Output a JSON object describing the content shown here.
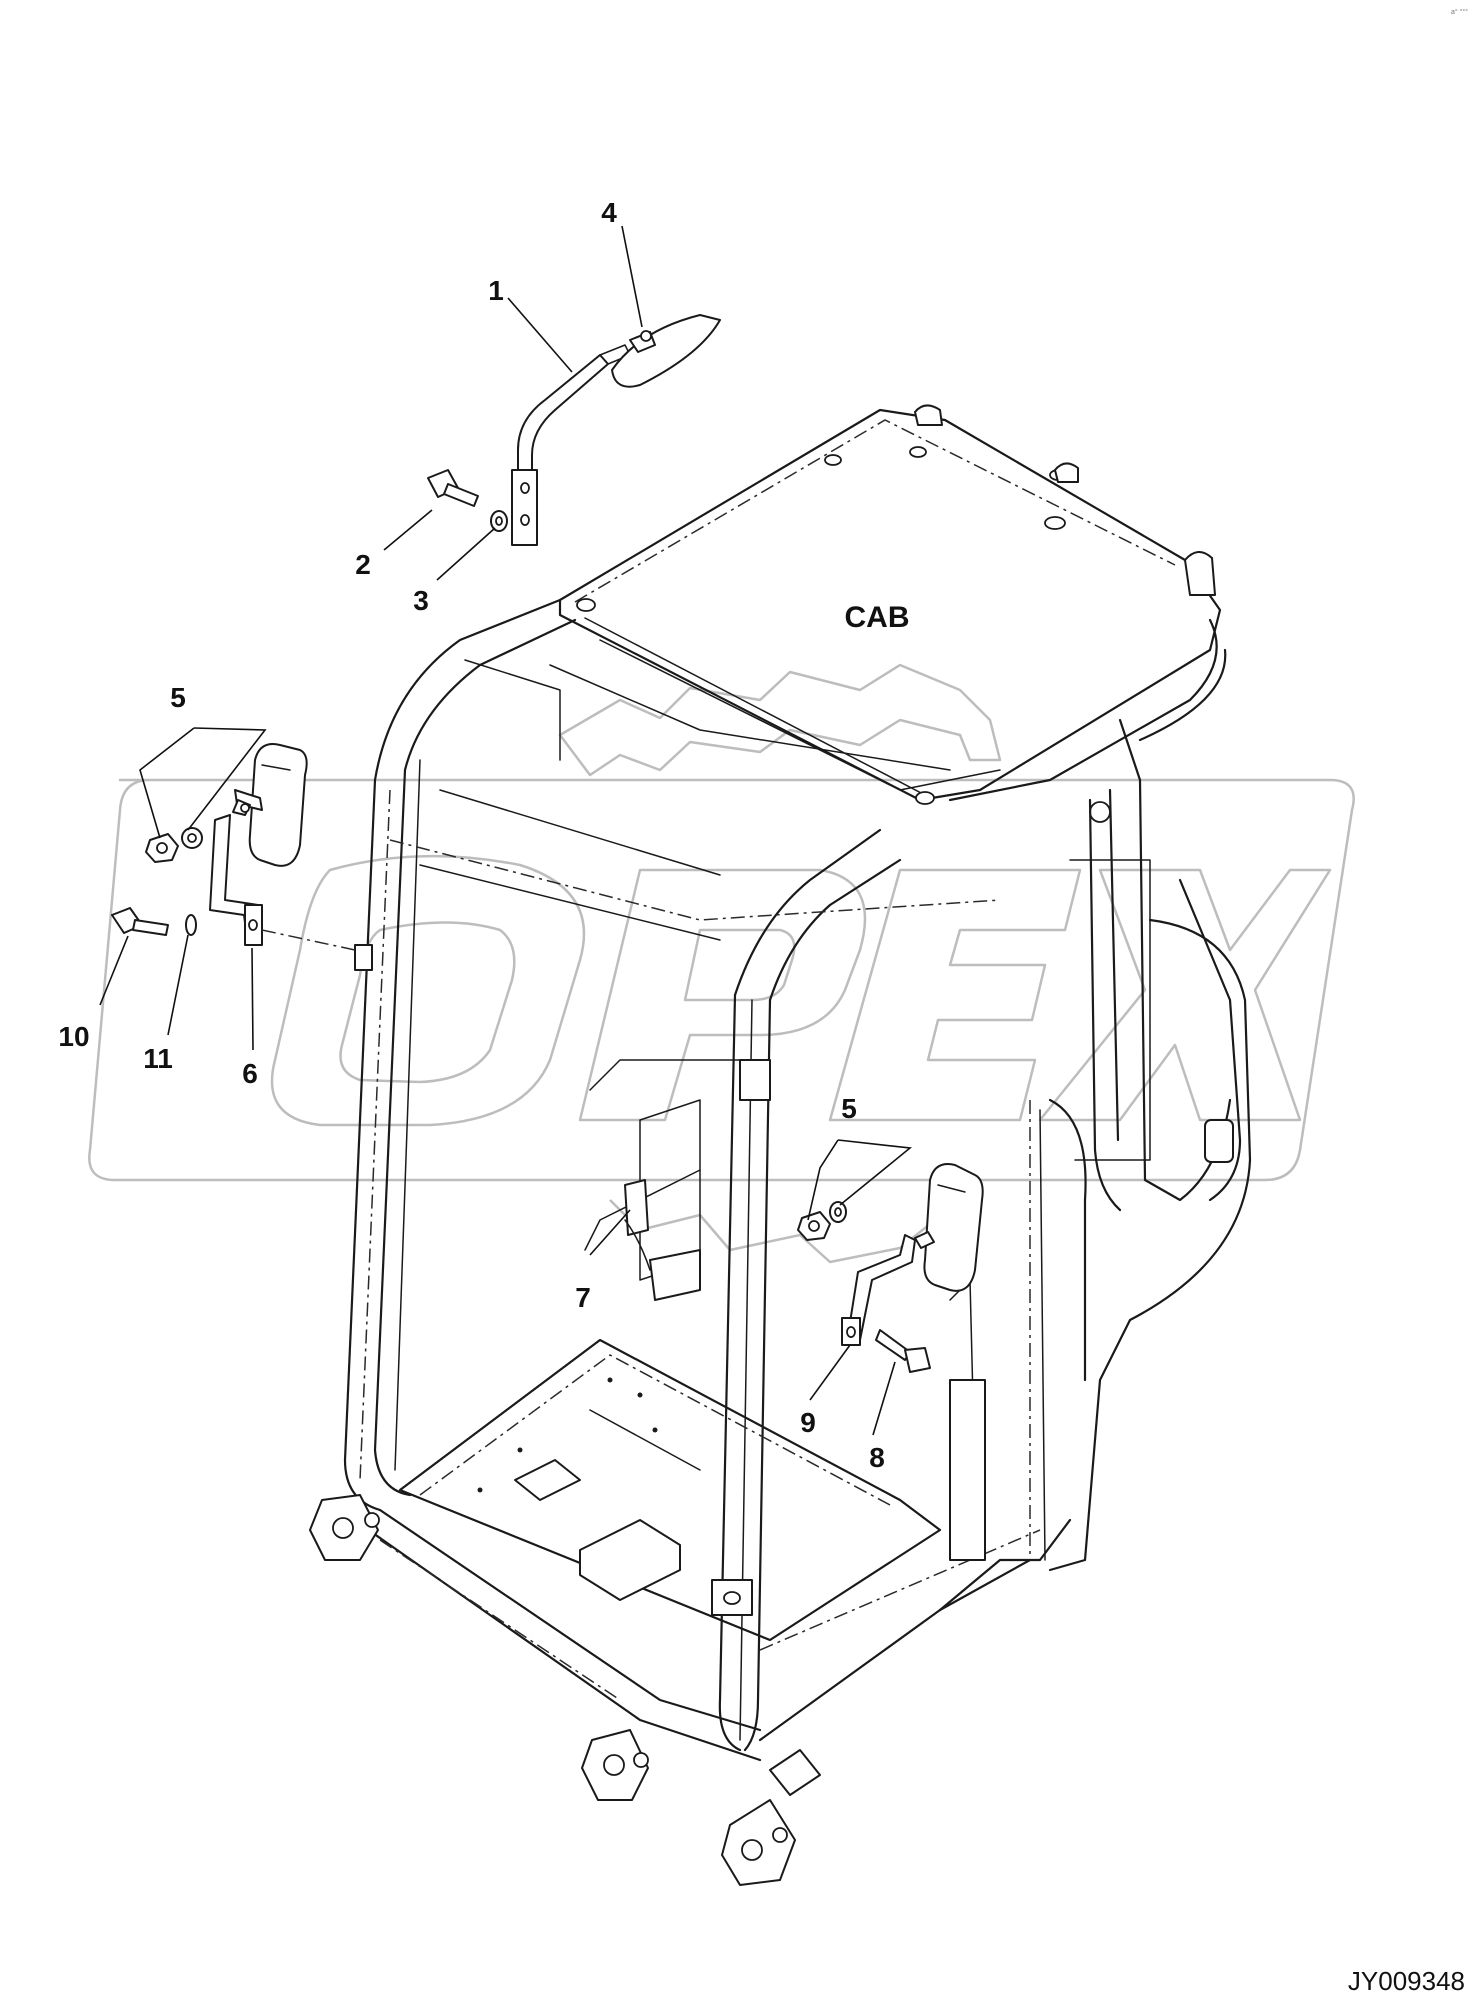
{
  "diagram": {
    "assembly_label": "CAB",
    "drawing_number": "JY009348",
    "corner_mark": "a° °°°",
    "watermark_text": "OPEX",
    "callouts": [
      {
        "id": "c1",
        "label": "1"
      },
      {
        "id": "c2",
        "label": "2"
      },
      {
        "id": "c3",
        "label": "3"
      },
      {
        "id": "c4",
        "label": "4"
      },
      {
        "id": "c5a",
        "label": "5"
      },
      {
        "id": "c5b",
        "label": "5"
      },
      {
        "id": "c6",
        "label": "6"
      },
      {
        "id": "c7",
        "label": "7"
      },
      {
        "id": "c8",
        "label": "8"
      },
      {
        "id": "c9",
        "label": "9"
      },
      {
        "id": "c10",
        "label": "10"
      },
      {
        "id": "c11",
        "label": "11"
      }
    ]
  }
}
